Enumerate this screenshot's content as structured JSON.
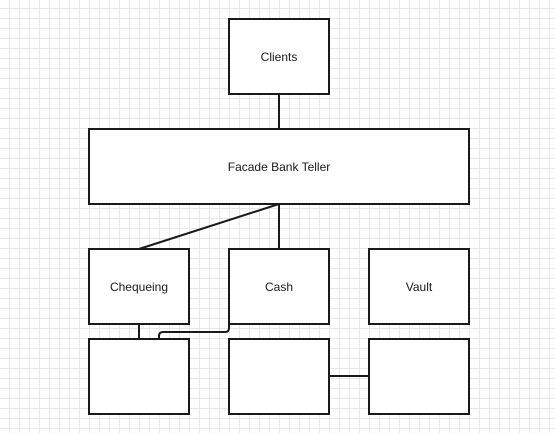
{
  "diagram": {
    "nodes": {
      "clients": "Clients",
      "facade": "Facade Bank Teller",
      "chequeing": "Chequeing",
      "cash": "Cash",
      "vault": "Vault",
      "box_a": "",
      "box_b": "",
      "box_c": ""
    }
  },
  "colors": {
    "stroke": "#1a1a1a",
    "grid": "#e8e8e8",
    "background": "#ffffff"
  }
}
